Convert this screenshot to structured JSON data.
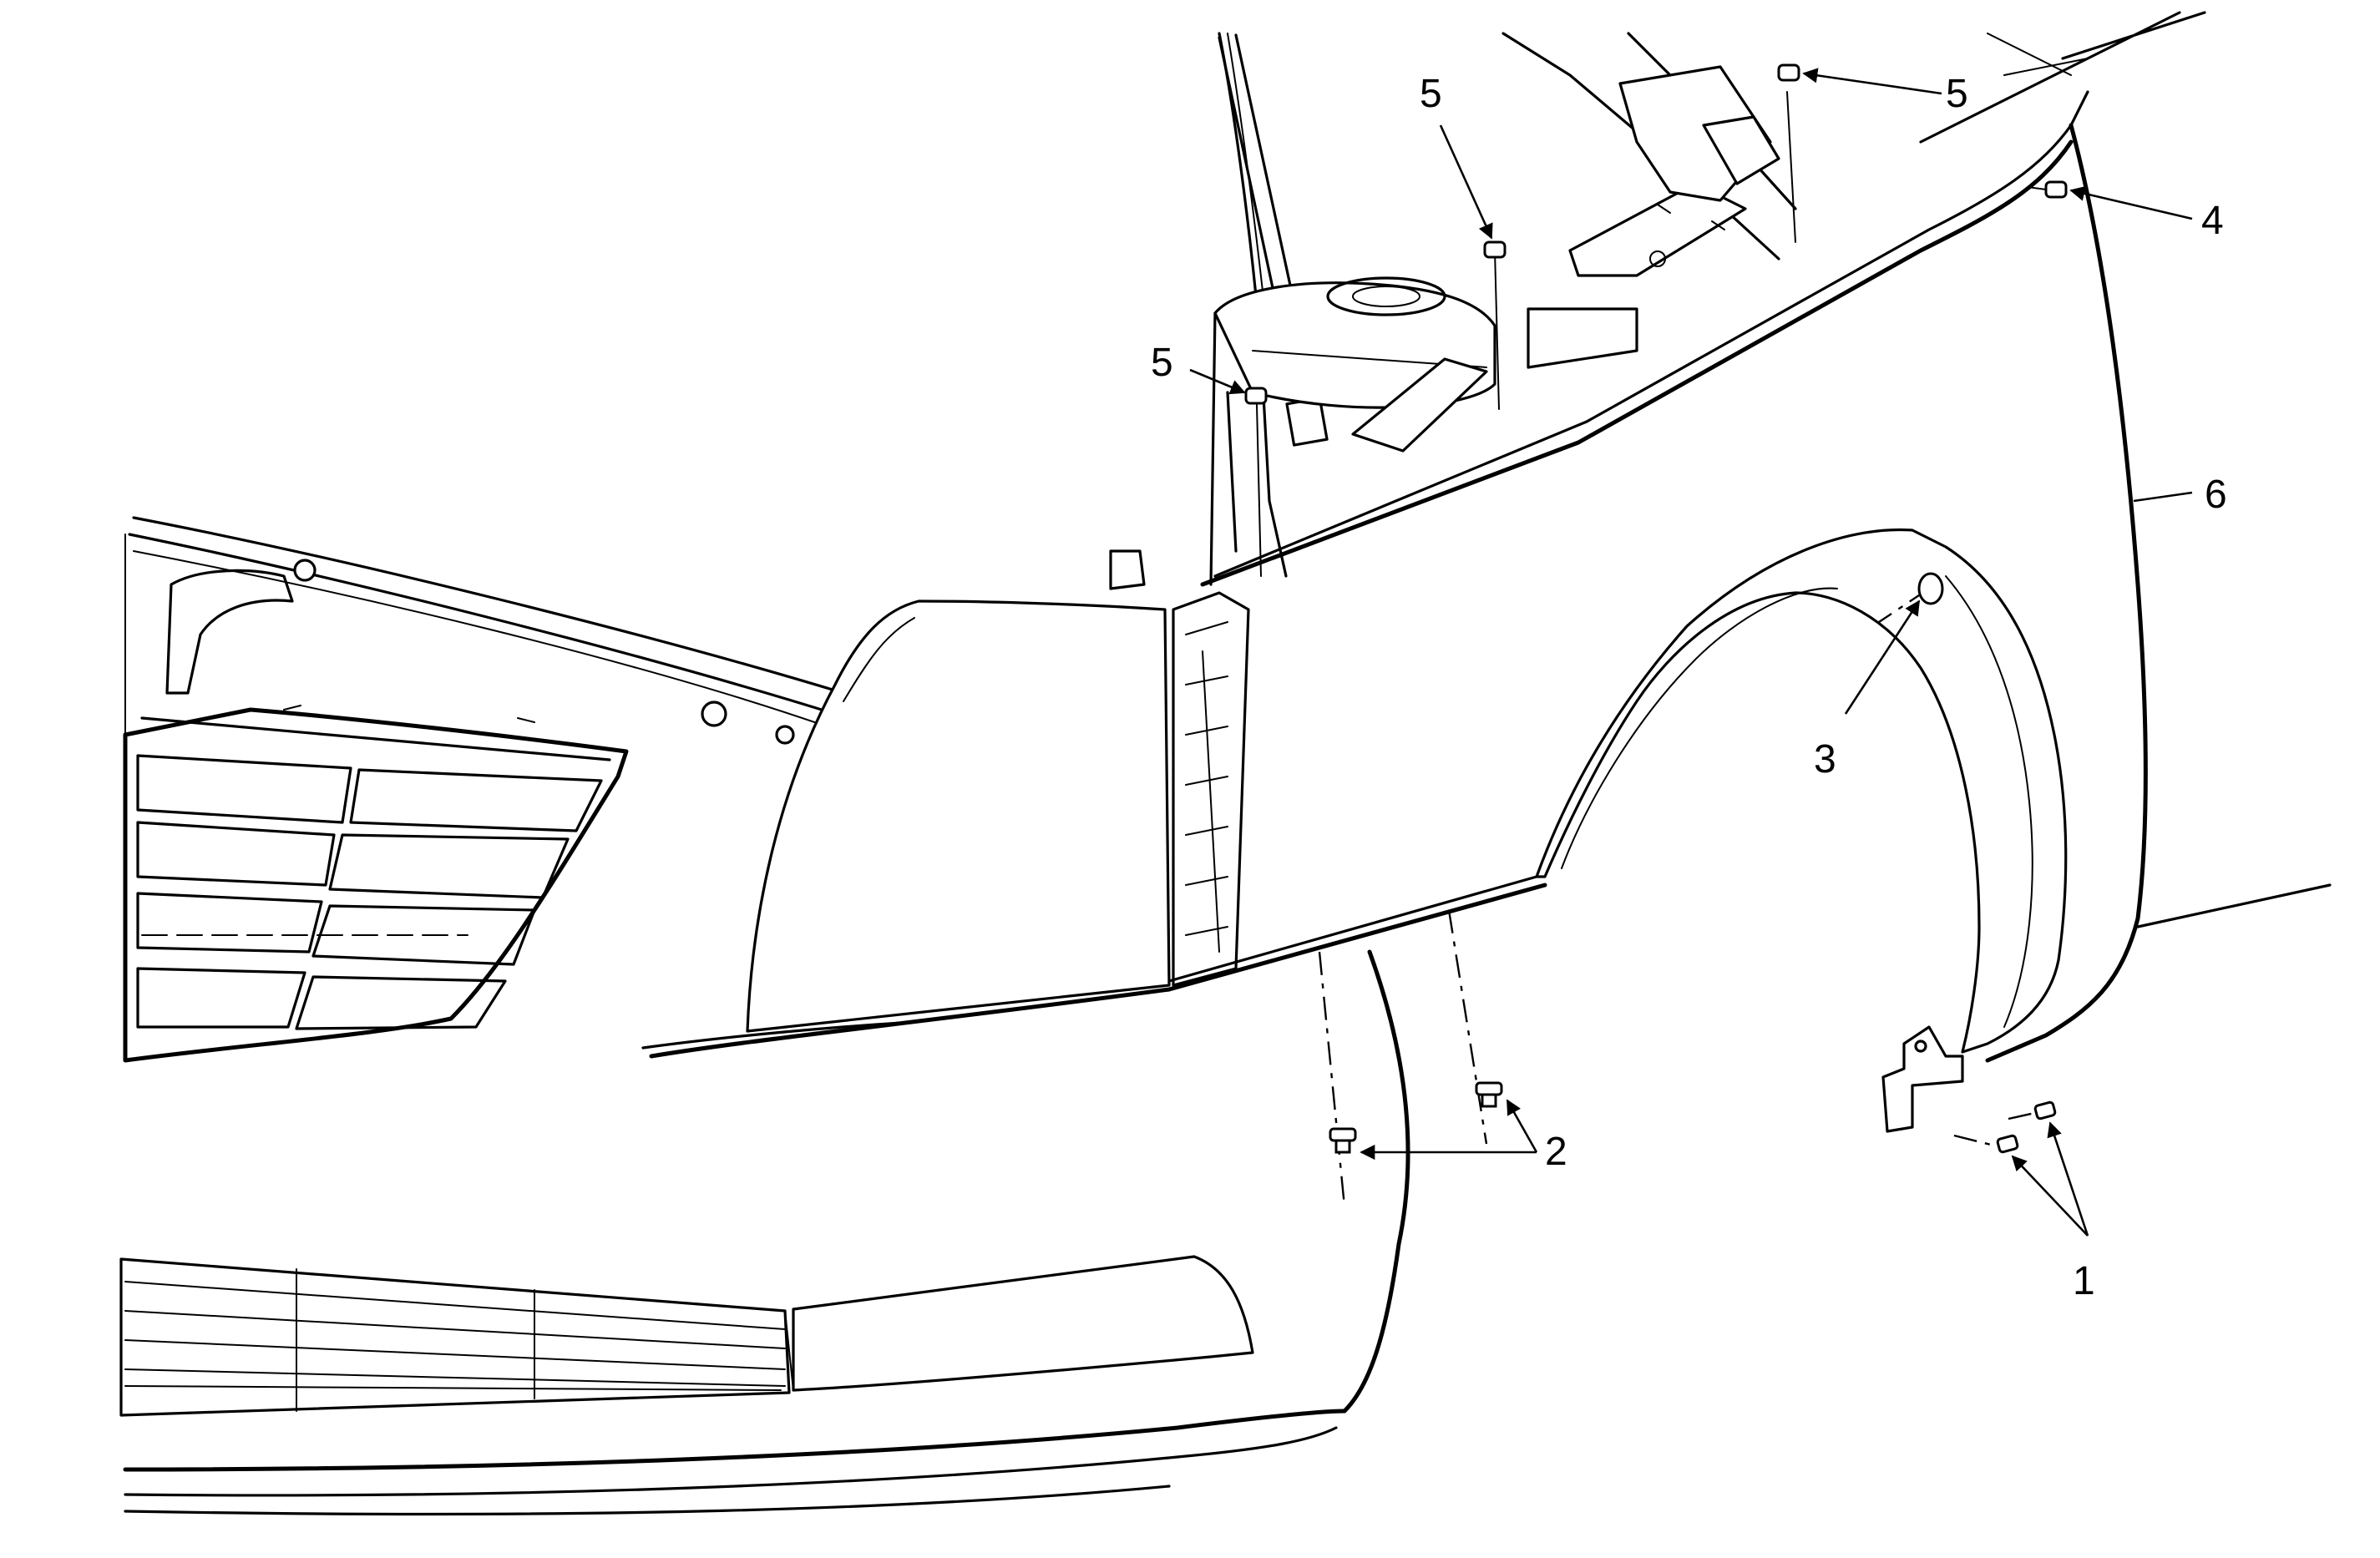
{
  "callouts": [
    {
      "id": "c1",
      "text": "1"
    },
    {
      "id": "c2",
      "text": "2"
    },
    {
      "id": "c3",
      "text": "3"
    },
    {
      "id": "c4",
      "text": "4"
    },
    {
      "id": "c5a",
      "text": "5"
    },
    {
      "id": "c5b",
      "text": "5"
    },
    {
      "id": "c5c",
      "text": "5"
    },
    {
      "id": "c6",
      "text": "6"
    }
  ]
}
